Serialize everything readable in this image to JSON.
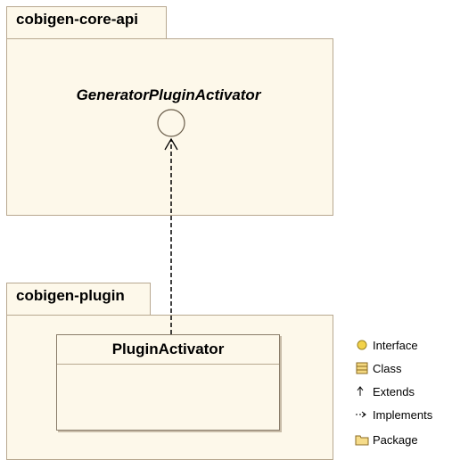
{
  "packages": [
    {
      "id": "core",
      "name": "cobigen-core-api"
    },
    {
      "id": "plugin",
      "name": "cobigen-plugin"
    }
  ],
  "interface": {
    "name": "GeneratorPluginActivator"
  },
  "class": {
    "name": "PluginActivator"
  },
  "relationship": {
    "type": "implements",
    "from": "PluginActivator",
    "to": "GeneratorPluginActivator"
  },
  "legend": [
    {
      "icon": "interface-icon",
      "label": "Interface"
    },
    {
      "icon": "class-icon",
      "label": "Class"
    },
    {
      "icon": "extends-icon",
      "label": "Extends"
    },
    {
      "icon": "implements-icon",
      "label": "Implements"
    },
    {
      "icon": "package-icon",
      "label": "Package"
    }
  ],
  "colors": {
    "package_fill": "#fdf8ea",
    "package_border": "#b8a890",
    "interface_fill": "#fdf8ea"
  }
}
